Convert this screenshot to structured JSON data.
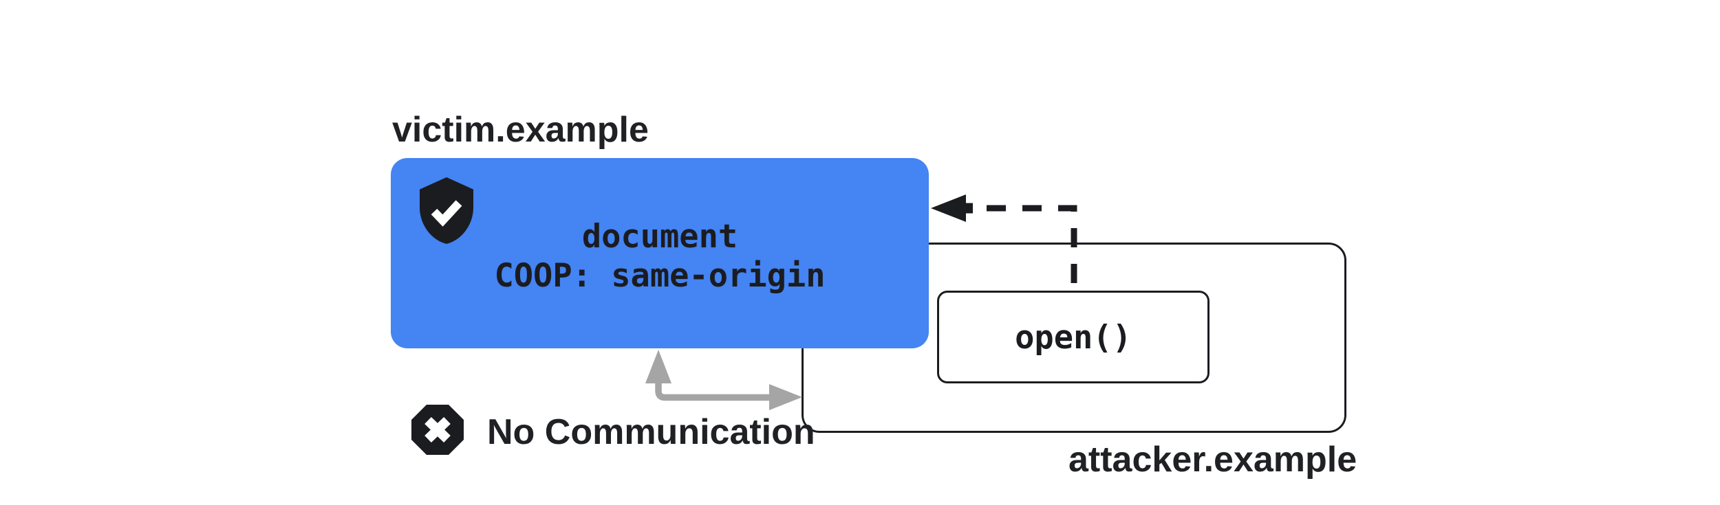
{
  "diagram": {
    "title_semantic": "COOP same-origin blocks communication between victim and attacker windows",
    "victim": {
      "domain_label": "victim.example",
      "document_title": "document",
      "coop_header": "COOP: same-origin",
      "status_icon": "shield-check-icon"
    },
    "attacker": {
      "domain_label": "attacker.example",
      "open_call_label": "open()"
    },
    "blocked": {
      "label": "No Communication",
      "icon": "x-octagon-icon"
    },
    "arrows": {
      "opener_reference": "dashed-arrow-from-open-call-to-victim-document",
      "blocked_channel": "gray-elbow-arrow-between-victim-document-and-attacker-window"
    }
  },
  "colors": {
    "accent_blue": "#4484F3",
    "ink_dark": "#1B1C20",
    "text_dark": "#202124",
    "arrow_gray": "#A5A5A5",
    "box_fill": "#FFFFFF",
    "background": "#FFFFFF"
  }
}
